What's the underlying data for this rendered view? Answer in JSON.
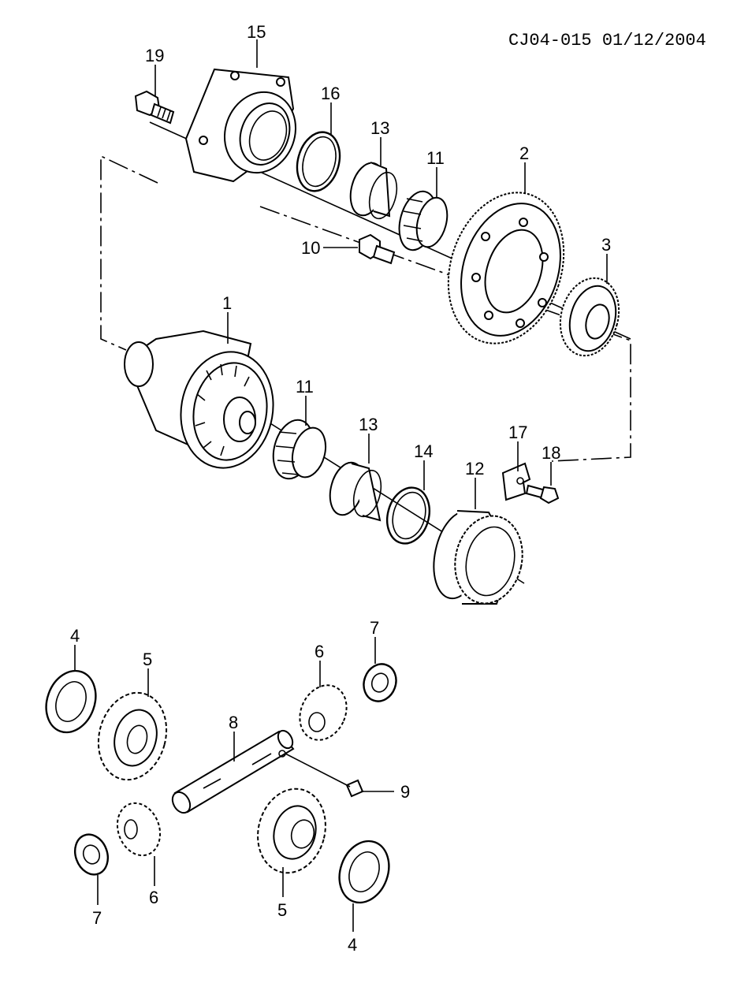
{
  "header": {
    "doc_id": "CJ04-015 01/12/2004"
  },
  "labels": {
    "p1": "1",
    "p2": "2",
    "p3": "3",
    "p4a": "4",
    "p4b": "4",
    "p5a": "5",
    "p5b": "5",
    "p6a": "6",
    "p6b": "6",
    "p7a": "7",
    "p7b": "7",
    "p8": "8",
    "p9": "9",
    "p10": "10",
    "p11a": "11",
    "p11b": "11",
    "p12": "12",
    "p13a": "13",
    "p13b": "13",
    "p14": "14",
    "p15": "15",
    "p16": "16",
    "p17": "17",
    "p18": "18",
    "p19": "19"
  }
}
